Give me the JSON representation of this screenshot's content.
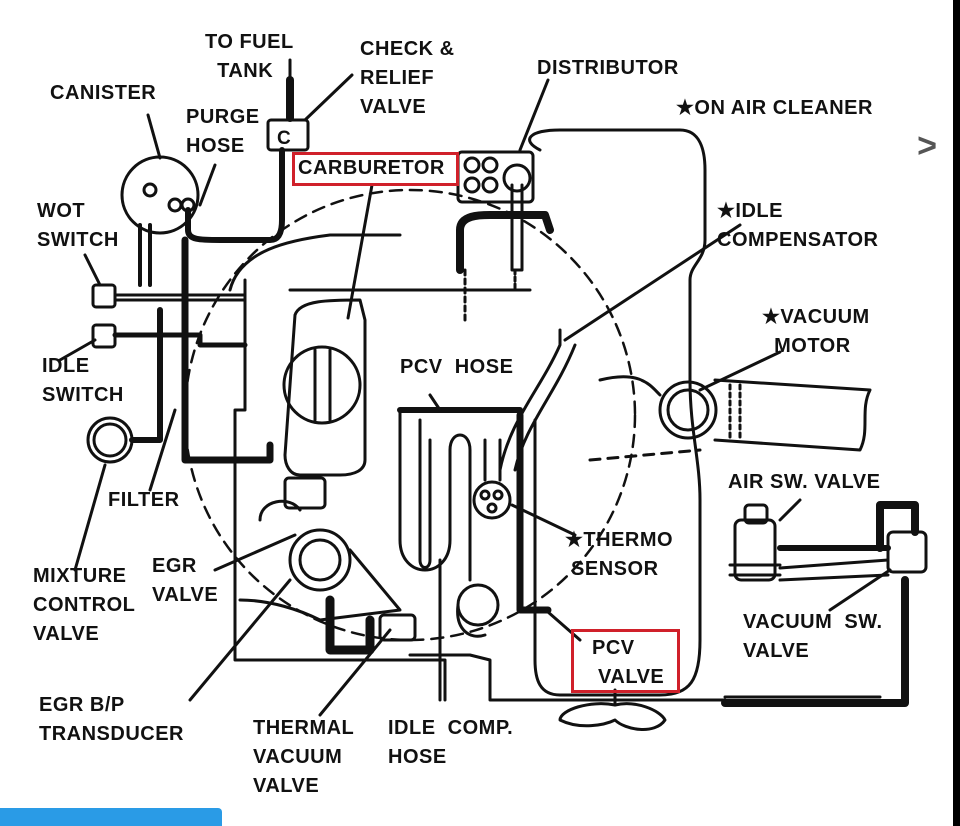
{
  "diagram": {
    "labels": {
      "to_fuel_tank": "TO FUEL\n  TANK",
      "check_relief": "CHECK &\nRELIEF\nVALVE",
      "distributor": "DISTRIBUTOR",
      "on_air_cleaner": "★ON AIR CLEANER",
      "canister": "CANISTER",
      "purge_hose": "PURGE\nHOSE",
      "carburetor": "CARBURETOR",
      "wot_switch": "WOT\nSWITCH",
      "idle_compensator": "★IDLE\nCOMPENSATOR",
      "vacuum_motor": "★VACUUM\n  MOTOR",
      "idle_switch": "IDLE\nSWITCH",
      "pcv_hose": "PCV  HOSE",
      "filter": "FILTER",
      "air_sw_valve": "AIR SW. VALVE",
      "thermo_sensor": "★THERMO\n SENSOR",
      "mixture_control_valve": "MIXTURE\nCONTROL\nVALVE",
      "egr_valve": "EGR\nVALVE",
      "vacuum_sw_valve": "VACUUM  SW.\nVALVE",
      "pcv_valve": "PCV\n VALVE",
      "egr_bp_transducer": "EGR B/P\nTRANSDUCER",
      "thermal_vacuum_valve": "THERMAL\nVACUUM\nVALVE",
      "idle_comp_hose": "IDLE  COMP.\nHOSE",
      "c_marker": "C"
    },
    "highlight_color": "#d0202a"
  },
  "viewer": {
    "next_arrow": ">",
    "accent": "#2a9be6"
  }
}
